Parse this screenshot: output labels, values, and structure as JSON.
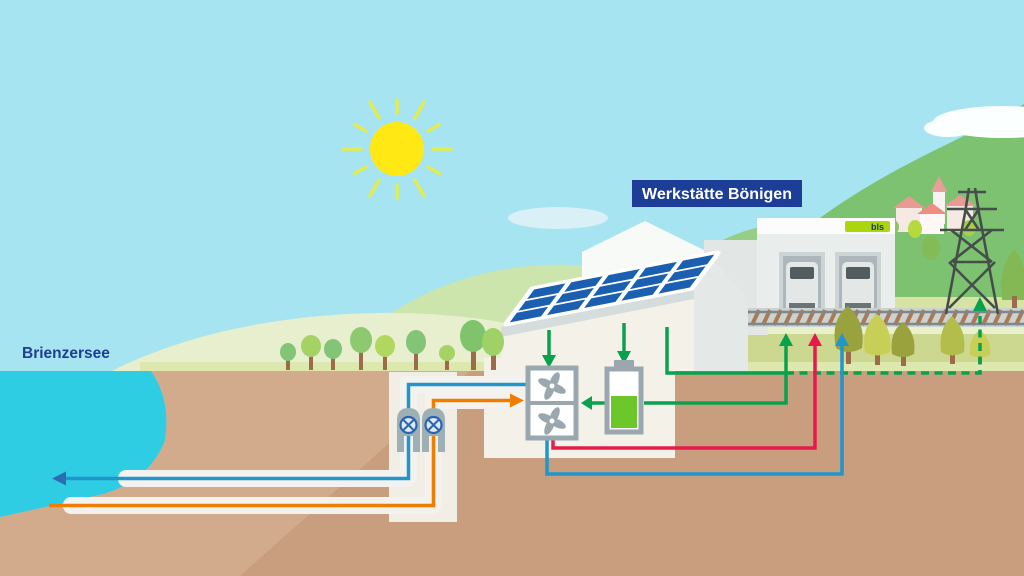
{
  "scene": {
    "title_badge": "Werkstätte Bönigen",
    "lake_label": "Brienzersee",
    "logo_label": "bls"
  },
  "colors": {
    "sky": "#a6e4f1",
    "sun": "#ffe813",
    "sun_rays": "#e2eb4f",
    "lake": "#2ecde4",
    "ground": "#c89e7f",
    "shore": "#d1ab8c",
    "grass_light": "#dde8ae",
    "grass_olive": "#ccd890",
    "hill_pale": "#e7efce",
    "hill_light": "#cbe5ad",
    "hill_mid": "#95ce84",
    "mountain": "#7cc271",
    "solar_panel_blue": "#1a5fb0",
    "badge_navy": "#1c3e97",
    "label_navy": "#1d3e92",
    "bls_lime": "#abd60f",
    "battery_green": "#6cc82a",
    "arrow_green": "#0aa14e",
    "arrow_red": "#e61a4b",
    "arrow_blue": "#2196cc",
    "arrow_orange": "#ef7d00",
    "equipment_gray": "#9aa7ae"
  },
  "flows": [
    {
      "name": "solar-to-heat-pump",
      "color": "#0aa14e",
      "style": "solid"
    },
    {
      "name": "solar-to-battery",
      "color": "#0aa14e",
      "style": "solid"
    },
    {
      "name": "battery-to-heat-pump",
      "color": "#0aa14e",
      "style": "solid"
    },
    {
      "name": "electricity-to-workshop",
      "color": "#0aa14e",
      "style": "solid"
    },
    {
      "name": "electricity-to-grid-pylon",
      "color": "#0aa14e",
      "style": "dashed"
    },
    {
      "name": "heating-to-workshop",
      "color": "#e61a4b",
      "style": "solid"
    },
    {
      "name": "return-to-workshop",
      "color": "#2196cc",
      "style": "solid"
    },
    {
      "name": "lake-water-intake",
      "color": "#ef7d00",
      "style": "solid"
    },
    {
      "name": "lake-water-return",
      "color": "#2196cc",
      "style": "solid"
    }
  ]
}
